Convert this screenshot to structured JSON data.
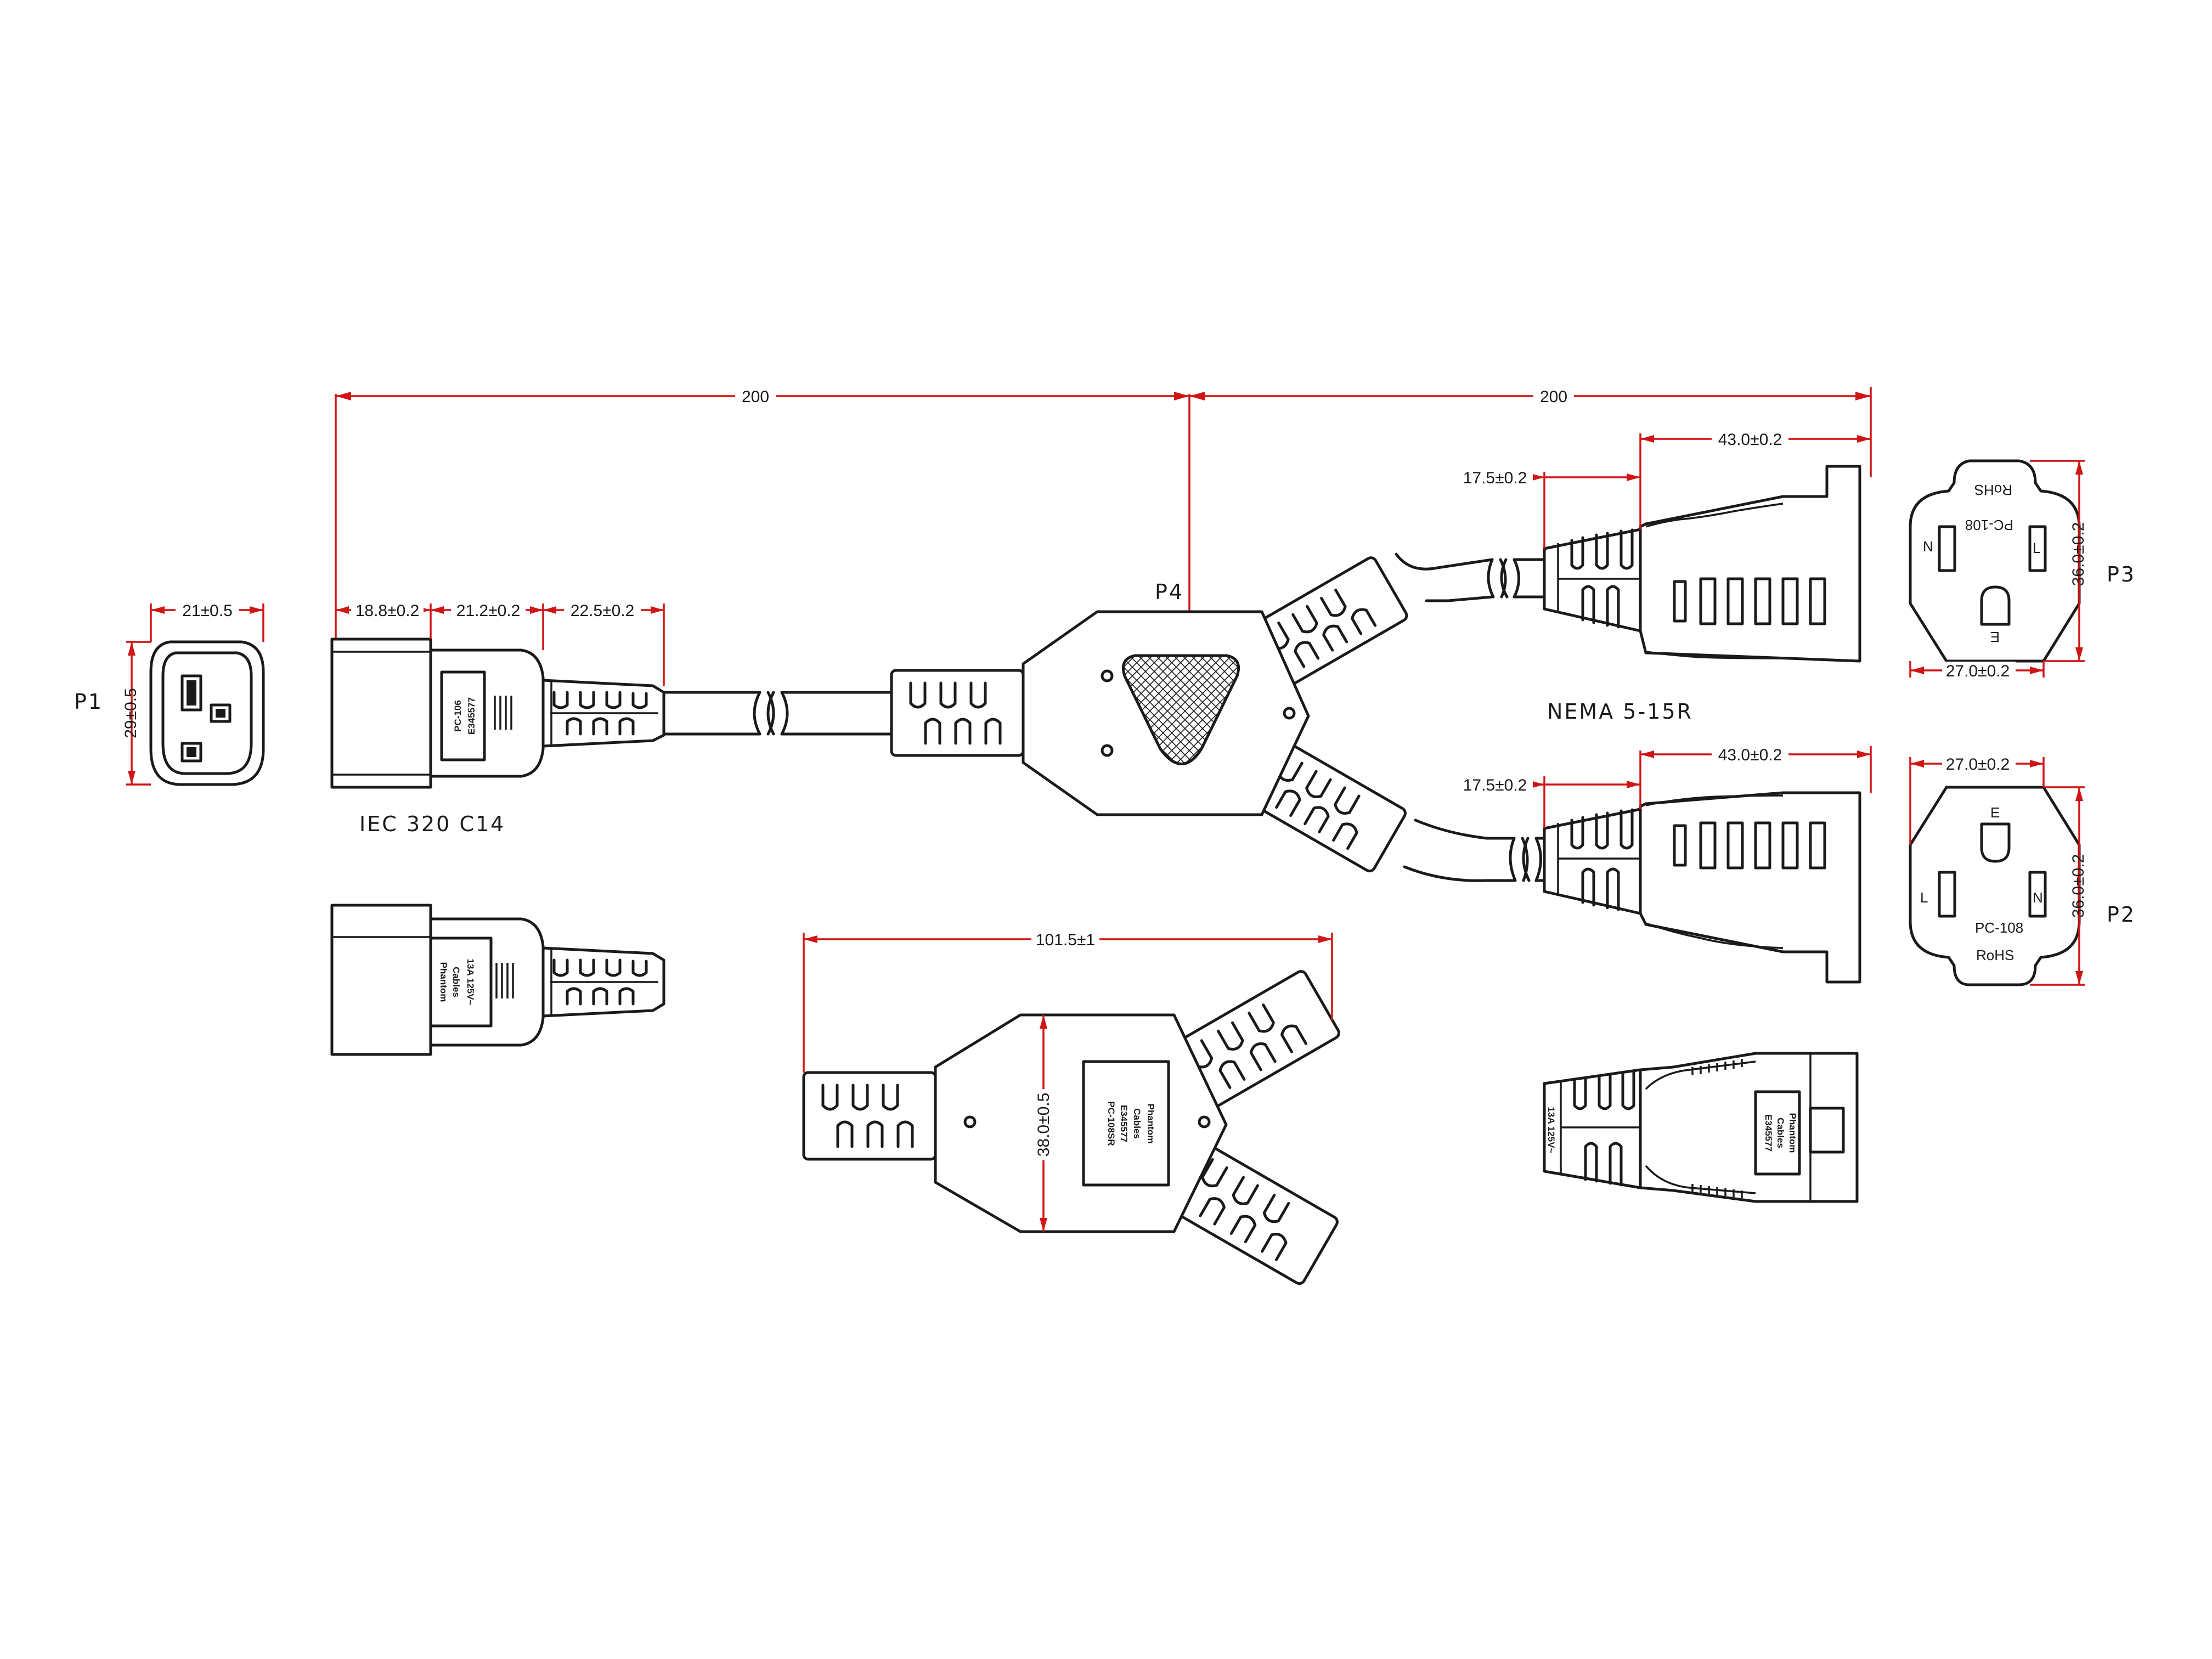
{
  "labels": {
    "p1": "P1",
    "p2": "P2",
    "p3": "P3",
    "p4": "P4",
    "iec": "IEC 320 C14",
    "nema": "NEMA 5-15R"
  },
  "dimensions": {
    "total_left": "200",
    "total_right": "200",
    "p1_width": "21±0.5",
    "p1_height": "29±0.5",
    "c14_a": "18.8±0.2",
    "c14_b": "21.2±0.2",
    "c14_c": "22.5±0.2",
    "nema_top_neck": "17.5±0.2",
    "nema_top_body": "43.0±0.2",
    "nema_bot_neck": "17.5±0.2",
    "nema_bot_body": "43.0±0.2",
    "p3_width": "27.0±0.2",
    "p3_height": "36.0±0.2",
    "p2_width": "27.0±0.2",
    "p2_height": "36.0±0.2",
    "y_width": "101.5±1",
    "y_height": "38.0±0.5"
  },
  "markings": {
    "c14_top_1": "PC-106",
    "c14_top_2": "E345577",
    "c14_side_1": "Phantom",
    "c14_side_2": "Cables",
    "c14_side_3": "13A 125V~",
    "y_1": "Phantom",
    "y_2": "Cables",
    "y_3": "E345577",
    "y_4": "PC-108SR",
    "nema_side_1": "Phantom",
    "nema_side_2": "Cables",
    "nema_side_3": "E345577",
    "nema_side_4": "13A 125V~",
    "p3_model": "PC-108",
    "p3_rohs": "RoHS",
    "p2_model": "PC-108",
    "p2_rohs": "RoHS"
  },
  "pins": {
    "neutral": "N",
    "line": "L",
    "earth": "E"
  }
}
